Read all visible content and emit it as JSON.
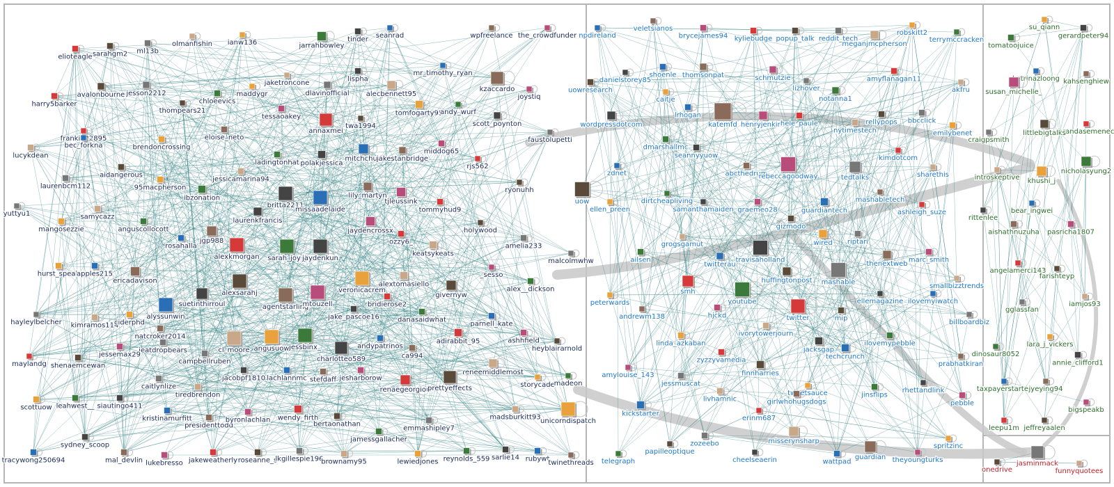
{
  "colors": {
    "g1": "#1a2a5a",
    "g2": "#1f78c8",
    "g3": "#2d6e2d",
    "g4": "#c0202a",
    "edge": "#2f7f80",
    "band": "#c8c8c8"
  },
  "groups": [
    {
      "id": "g1",
      "nodes": [
        {
          "n": "elioteagle"
        },
        {
          "n": "sarahgm2"
        },
        {
          "n": "ml13b"
        },
        {
          "n": "olmanfishin"
        },
        {
          "n": "ianw136"
        },
        {
          "n": "jarrahbowley"
        },
        {
          "n": "tinder"
        },
        {
          "n": "seanrad"
        },
        {
          "n": "wpfreelance"
        },
        {
          "n": "the_crowdfunder"
        },
        {
          "n": "harry5barker"
        },
        {
          "n": "avalonbourne"
        },
        {
          "n": "jesson2212"
        },
        {
          "n": "jaketroncone"
        },
        {
          "n": "maddygr"
        },
        {
          "n": "chloeevics"
        },
        {
          "n": "lispha"
        },
        {
          "n": "mr_timothy_ryan"
        },
        {
          "n": "kzaccardo"
        },
        {
          "n": "joystiq"
        },
        {
          "n": "frankie22895"
        },
        {
          "n": "thompears21"
        },
        {
          "n": "dlavinofficial"
        },
        {
          "n": "alecbennett95"
        },
        {
          "n": "tomfogarty95"
        },
        {
          "n": "andy_wurf"
        },
        {
          "n": "scott_poynton"
        },
        {
          "n": "bec_forkna"
        },
        {
          "n": "eloise_neto"
        },
        {
          "n": "tessaoakey"
        },
        {
          "n": "annaxmei"
        },
        {
          "n": "twa1994"
        },
        {
          "n": "faustolupetti"
        },
        {
          "n": "lucykdean"
        },
        {
          "n": "brendoncrossing"
        },
        {
          "n": "ladingtonhat"
        },
        {
          "n": "polakjessica"
        },
        {
          "n": "mitchchuri"
        },
        {
          "n": "jakestanbridge"
        },
        {
          "n": "middog65"
        },
        {
          "n": "rjs562"
        },
        {
          "n": "aidangerous"
        },
        {
          "n": "laurenbcm112"
        },
        {
          "n": "jessicamarina94"
        },
        {
          "n": "95macpherson"
        },
        {
          "n": "ibzonation"
        },
        {
          "n": "britta2211"
        },
        {
          "n": "missaadelaide"
        },
        {
          "n": "lily_martyn"
        },
        {
          "n": "tjleussink"
        },
        {
          "n": "tommyhud9"
        },
        {
          "n": "ryonuhh"
        },
        {
          "n": "yuttyu1"
        },
        {
          "n": "samycazz"
        },
        {
          "n": "mangosezzie"
        },
        {
          "n": "anguscollocott"
        },
        {
          "n": "laurenkfrancis"
        },
        {
          "n": "rosahalla"
        },
        {
          "n": "jgp988"
        },
        {
          "n": "jaydencrossx"
        },
        {
          "n": "ozzy6_"
        },
        {
          "n": "holywood"
        },
        {
          "n": "amelia233"
        },
        {
          "n": "keatsykeats"
        },
        {
          "n": "hurst_speak"
        },
        {
          "n": "sarah_joy_j"
        },
        {
          "n": "jaydenkun"
        },
        {
          "n": "apples215"
        },
        {
          "n": "ericadavison"
        },
        {
          "n": "_sesso"
        },
        {
          "n": "alexkmorgan"
        },
        {
          "n": "alexsarahj"
        },
        {
          "n": "malcolmwhw"
        },
        {
          "n": "alextomasiello"
        },
        {
          "n": "veronicacrem"
        },
        {
          "n": "alex__dickson"
        },
        {
          "n": "suetinthirroul"
        },
        {
          "n": "alyssunwin"
        },
        {
          "n": "_agentstarling_"
        },
        {
          "n": "mtouzell"
        },
        {
          "n": "bridierose2"
        },
        {
          "n": "givernyw"
        },
        {
          "n": "hayleylbelcher"
        },
        {
          "n": "kimramos114"
        },
        {
          "n": "ciderphd"
        },
        {
          "n": "danasaidwhat"
        },
        {
          "n": "jake_pascoe16"
        },
        {
          "n": "parnell_kate"
        },
        {
          "n": "natcroker2014"
        },
        {
          "n": "ashhfield"
        },
        {
          "n": "adirabbit_95"
        },
        {
          "n": "heyblairarnold"
        },
        {
          "n": "ieatdropbears"
        },
        {
          "n": "cl_moore"
        },
        {
          "n": "angusuow"
        },
        {
          "n": "jessbinx_"
        },
        {
          "n": "charlotteo589"
        },
        {
          "n": "andypatrinos"
        },
        {
          "n": "ca994"
        },
        {
          "n": "jessemax29"
        },
        {
          "n": "maylandg"
        },
        {
          "n": "shenaemcewan"
        },
        {
          "n": "campbellruben"
        },
        {
          "n": "reneemiddlemost"
        },
        {
          "n": "storycade"
        },
        {
          "n": "madeon"
        },
        {
          "n": "jacobpf1810"
        },
        {
          "n": "lachlannmc"
        },
        {
          "n": "stefdaff"
        },
        {
          "n": "jesharborow"
        },
        {
          "n": "renaegeorgiou"
        },
        {
          "n": "prettyeffects"
        },
        {
          "n": "caitlynlize"
        },
        {
          "n": "tiredbrendon"
        },
        {
          "n": "scottuow"
        },
        {
          "n": "leahwest__"
        },
        {
          "n": "siautingo411"
        },
        {
          "n": "kristinamurfitt"
        },
        {
          "n": "presidenttodd"
        },
        {
          "n": "byronlachlan"
        },
        {
          "n": "wendy_firth"
        },
        {
          "n": "bertaonathan"
        },
        {
          "n": "emmashipley7"
        },
        {
          "n": "madsburkitt93"
        },
        {
          "n": "unicorndispatch"
        },
        {
          "n": "jamessgallacher"
        },
        {
          "n": "sydney_scoop"
        },
        {
          "n": "tracywong250694"
        },
        {
          "n": "mal_devlin"
        },
        {
          "n": "lukebresso"
        },
        {
          "n": "jakeweatherly"
        },
        {
          "n": "roseanne_s"
        },
        {
          "n": "lkgillespie196"
        },
        {
          "n": "brownamy95"
        },
        {
          "n": "lewiedjones"
        },
        {
          "n": "reynolds_559"
        },
        {
          "n": "sarlie14"
        },
        {
          "n": "rubywt"
        },
        {
          "n": "twinethreads"
        }
      ]
    },
    {
      "id": "g2",
      "nodes": [
        {
          "n": "npdireland"
        },
        {
          "n": "veletsianos"
        },
        {
          "n": "brycejames94"
        },
        {
          "n": "kyliebudge"
        },
        {
          "n": "popup_talk"
        },
        {
          "n": "reddit_tech"
        },
        {
          "n": "meganjmcpherson"
        },
        {
          "n": "robskitt2"
        },
        {
          "n": "terrymccracken"
        },
        {
          "n": "danielstorey85"
        },
        {
          "n": "shoenle"
        },
        {
          "n": "thomsonpat"
        },
        {
          "n": "schmutzie"
        },
        {
          "n": "amyflanagan11"
        },
        {
          "n": "uowresearch"
        },
        {
          "n": "lizhover"
        },
        {
          "n": "akfru"
        },
        {
          "n": "caitje"
        },
        {
          "n": "notanna1"
        },
        {
          "n": "wordpressdotcom"
        },
        {
          "n": "lrhogan"
        },
        {
          "n": "katemfd"
        },
        {
          "n": "henryjenkins"
        },
        {
          "n": "hele_paule"
        },
        {
          "n": "rellypops"
        },
        {
          "n": "bbcclick"
        },
        {
          "n": "nytimestech"
        },
        {
          "n": "emilybenet"
        },
        {
          "n": "dmarshallmc"
        },
        {
          "n": "seannyyuow"
        },
        {
          "n": "zdnet"
        },
        {
          "n": "abcthedrum"
        },
        {
          "n": "rebeccagoodway"
        },
        {
          "n": "kimdotcom"
        },
        {
          "n": "uow"
        },
        {
          "n": "tedtalks"
        },
        {
          "n": "sharethis"
        },
        {
          "n": "ellen_preen"
        },
        {
          "n": "dirtcheapliving"
        },
        {
          "n": "samanthamaiden"
        },
        {
          "n": "guardiantech"
        },
        {
          "n": "mashabletech"
        },
        {
          "n": "graemeo28"
        },
        {
          "n": "ashleigh_suze"
        },
        {
          "n": "gizmodo"
        },
        {
          "n": "riptari"
        },
        {
          "n": "grogsgamut"
        },
        {
          "n": "wired"
        },
        {
          "n": "ailsen"
        },
        {
          "n": "travisaholland"
        },
        {
          "n": "twitterau"
        },
        {
          "n": "thenextweb"
        },
        {
          "n": "marc_smith"
        },
        {
          "n": "smh"
        },
        {
          "n": "huffingtonpost"
        },
        {
          "n": "mashable"
        },
        {
          "n": "smallbizztrends"
        },
        {
          "n": "peterwards"
        },
        {
          "n": "youtube"
        },
        {
          "n": "ellemagazine"
        },
        {
          "n": "ilovemyiwatch"
        },
        {
          "n": "andrewm138"
        },
        {
          "n": "hjckd"
        },
        {
          "n": "twitter"
        },
        {
          "n": "mip"
        },
        {
          "n": "billboardbiz"
        },
        {
          "n": "ivorytowerjourn"
        },
        {
          "n": "linda_azkaban"
        },
        {
          "n": "ilovemypebble"
        },
        {
          "n": "jacksgap"
        },
        {
          "n": "techcrunch"
        },
        {
          "n": "prabhatkiran"
        },
        {
          "n": "amylouise_143"
        },
        {
          "n": "zyzzyvamedia"
        },
        {
          "n": "finnharries"
        },
        {
          "n": "jessmuscat"
        },
        {
          "n": "livhamnic"
        },
        {
          "n": "tweetsauce"
        },
        {
          "n": "jinsflips"
        },
        {
          "n": "rhettandlink"
        },
        {
          "n": "kickstarter"
        },
        {
          "n": "girlwhohugsdogs"
        },
        {
          "n": "pebble"
        },
        {
          "n": "erinm687"
        },
        {
          "n": "papilleoptique"
        },
        {
          "n": "zozeebo"
        },
        {
          "n": "misserynsharp"
        },
        {
          "n": "spritzinc"
        },
        {
          "n": "telegraph"
        },
        {
          "n": "cheelseaerin"
        },
        {
          "n": "wattpad"
        },
        {
          "n": "guardian"
        },
        {
          "n": "theyoungturks"
        }
      ]
    },
    {
      "id": "g3",
      "nodes": [
        {
          "n": "su_qiann"
        },
        {
          "n": "tomatoojuice"
        },
        {
          "n": "gerardpeter94"
        },
        {
          "n": "katrinazloong"
        },
        {
          "n": "kahsenghiew"
        },
        {
          "n": "susan_michelle_"
        },
        {
          "n": "brandasemenec"
        },
        {
          "n": "littlebigtalks"
        },
        {
          "n": "craigpsmith"
        },
        {
          "n": "introskeptive"
        },
        {
          "n": "khushi_j"
        },
        {
          "n": "nicholasyung2"
        },
        {
          "n": "rittenlee"
        },
        {
          "n": "bear_ingwei"
        },
        {
          "n": "aishathnuzuha"
        },
        {
          "n": "pasricha1807"
        },
        {
          "n": "angelamerci143"
        },
        {
          "n": "farishteyp"
        },
        {
          "n": "gglassfan"
        },
        {
          "n": "iamjos93"
        },
        {
          "n": "lara_j_vickers"
        },
        {
          "n": "dinosaur8052"
        },
        {
          "n": "annie_clifford1"
        },
        {
          "n": "taxpayerstarter"
        },
        {
          "n": "jyeying94"
        },
        {
          "n": "bigspeakb"
        },
        {
          "n": "leepu1m"
        },
        {
          "n": "jeffreyaalen"
        }
      ]
    },
    {
      "id": "g4",
      "nodes": [
        {
          "n": "onedrive"
        },
        {
          "n": "jasminmack"
        },
        {
          "n": "funnyquotees"
        }
      ]
    }
  ]
}
